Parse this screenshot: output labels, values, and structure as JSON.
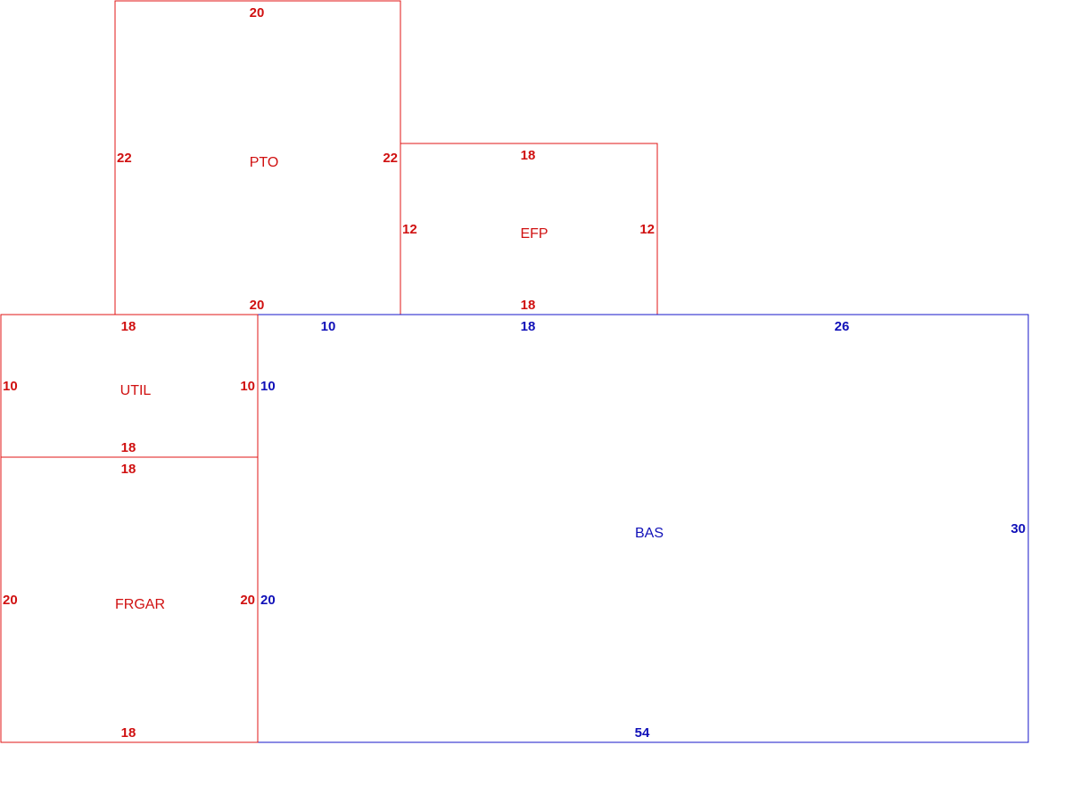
{
  "colors": {
    "secondary_area": "#e01414",
    "base_area": "#1414c8",
    "background": "#ffffff"
  },
  "areas": {
    "pto": {
      "label": "PTO",
      "color": "red",
      "dims": {
        "top": "20",
        "left": "22",
        "right": "22",
        "bottom": "20"
      }
    },
    "efp": {
      "label": "EFP",
      "color": "red",
      "dims": {
        "top": "18",
        "left": "12",
        "right": "12",
        "bottom": "18"
      }
    },
    "util": {
      "label": "UTIL",
      "color": "red",
      "dims": {
        "top": "18",
        "left": "10",
        "right": "10",
        "bottom": "18"
      }
    },
    "frgar": {
      "label": "FRGAR",
      "color": "red",
      "dims": {
        "top": "18",
        "left": "20",
        "right": "20",
        "bottom": "18"
      }
    },
    "bas": {
      "label": "BAS",
      "color": "blue",
      "dims": {
        "top_a": "10",
        "top_b": "18",
        "top_c": "26",
        "left_upper": "10",
        "left_lower": "20",
        "right": "30",
        "bottom": "54"
      }
    }
  }
}
